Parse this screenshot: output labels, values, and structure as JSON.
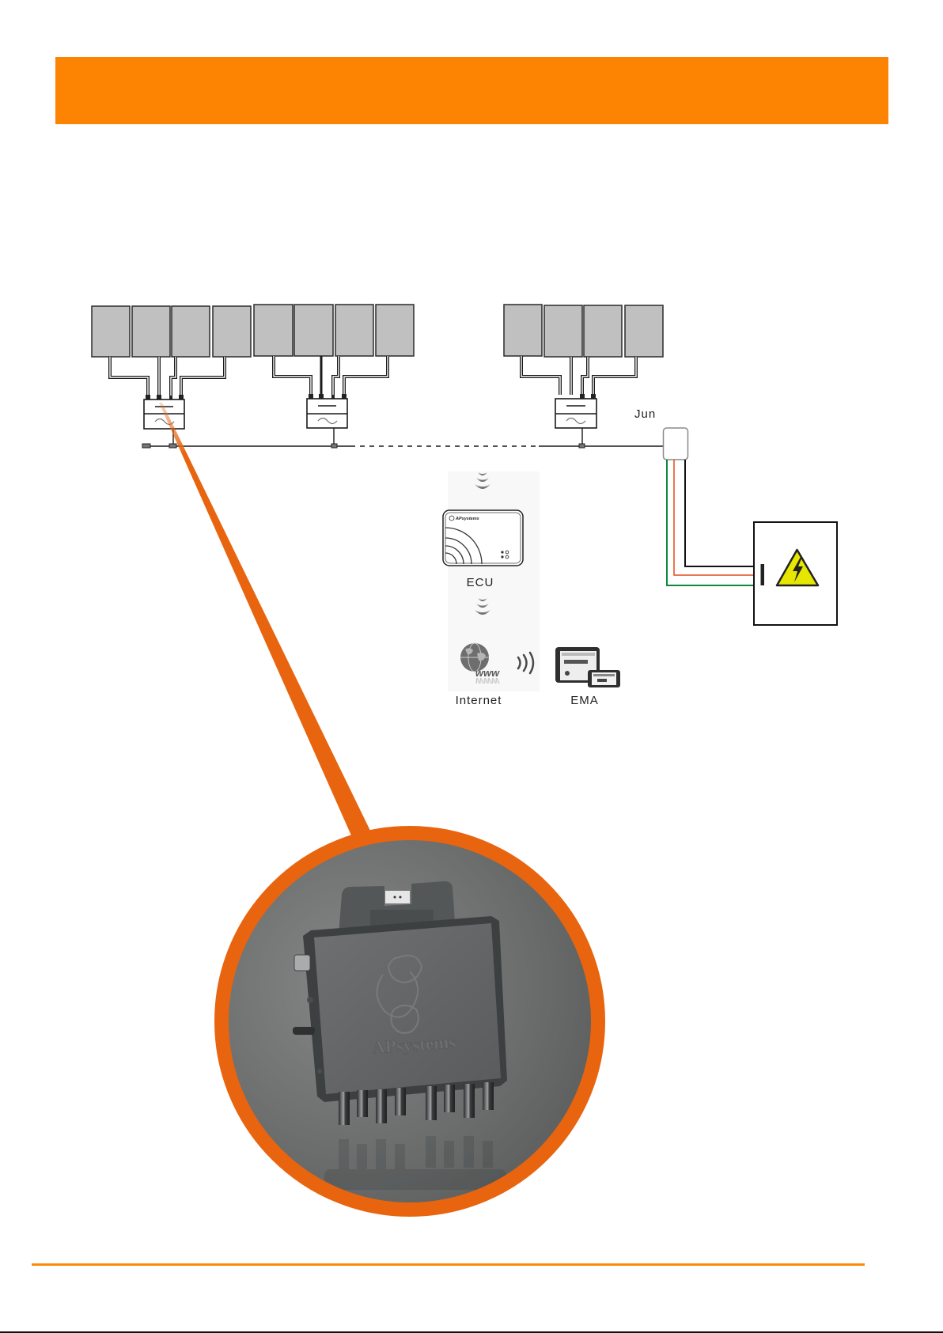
{
  "page": {
    "header_bar_color": "#FD8402",
    "footer_rule_color": "#FD8A06",
    "callout_color": "#E8640F"
  },
  "diagram": {
    "pv_module_groups": [
      {
        "modules": 4,
        "microinverter": 1
      },
      {
        "modules": 4,
        "microinverter": 1
      },
      {
        "modules": 4,
        "microinverter": 1
      }
    ],
    "junction_box_label": "Jun",
    "ecu": {
      "label": "ECU",
      "brand_text": "APsystems"
    },
    "internet": {
      "label": "Internet",
      "globe_text": "www"
    },
    "ema": {
      "label": "EMA"
    },
    "wire_colors": {
      "green": "#0B8A3A",
      "orange": "#E04A1C",
      "black": "#111111"
    },
    "warning_color": "#E6E600"
  },
  "product_callout": {
    "brand_text": "APsystems"
  }
}
